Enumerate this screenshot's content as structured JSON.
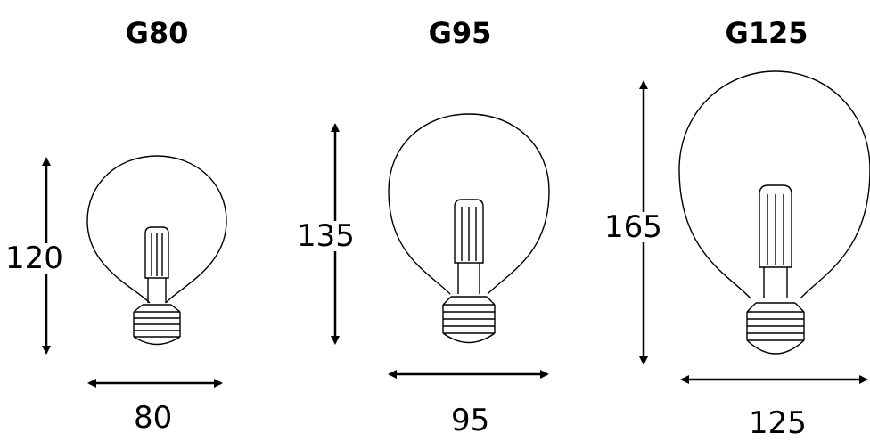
{
  "bulbs": [
    {
      "model": "G80",
      "height": "120",
      "width": "80"
    },
    {
      "model": "G95",
      "height": "135",
      "width": "95"
    },
    {
      "model": "G125",
      "height": "165",
      "width": "125"
    }
  ]
}
